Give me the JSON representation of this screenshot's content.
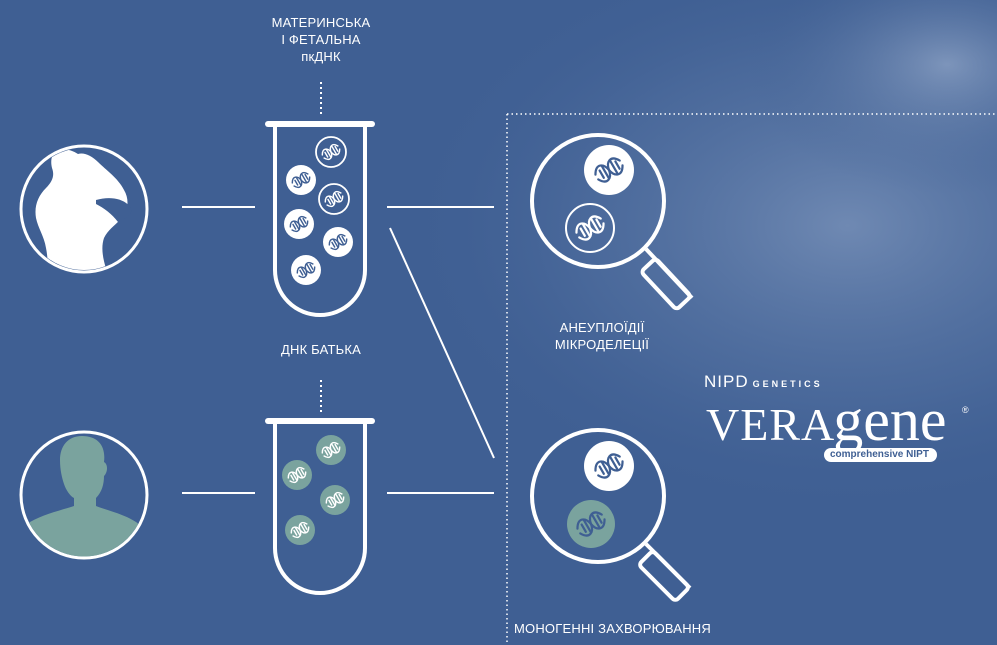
{
  "labels": {
    "maternal_fetal": [
      "МАТЕРИНСЬКА",
      "І ФЕТАЛЬНА",
      "пкДНК"
    ],
    "paternal": "ДНК БАТЬКА",
    "aneuploidy": [
      "АНЕУПЛОЇДІЇ",
      "МІКРОДЕЛЕЦІЇ"
    ],
    "monogenic": "МОНОГЕННІ ЗАХВОРЮВАННЯ"
  },
  "brand": {
    "company": "NIPD",
    "company_suffix": "GENETICS",
    "product_prefix": "VERA",
    "product_suffix": "gene",
    "registered": "®",
    "tagline": "comprehensive NIPT"
  },
  "colors": {
    "background": "#3f5f93",
    "line": "#ffffff",
    "paternal_fill": "#7aa39e"
  }
}
